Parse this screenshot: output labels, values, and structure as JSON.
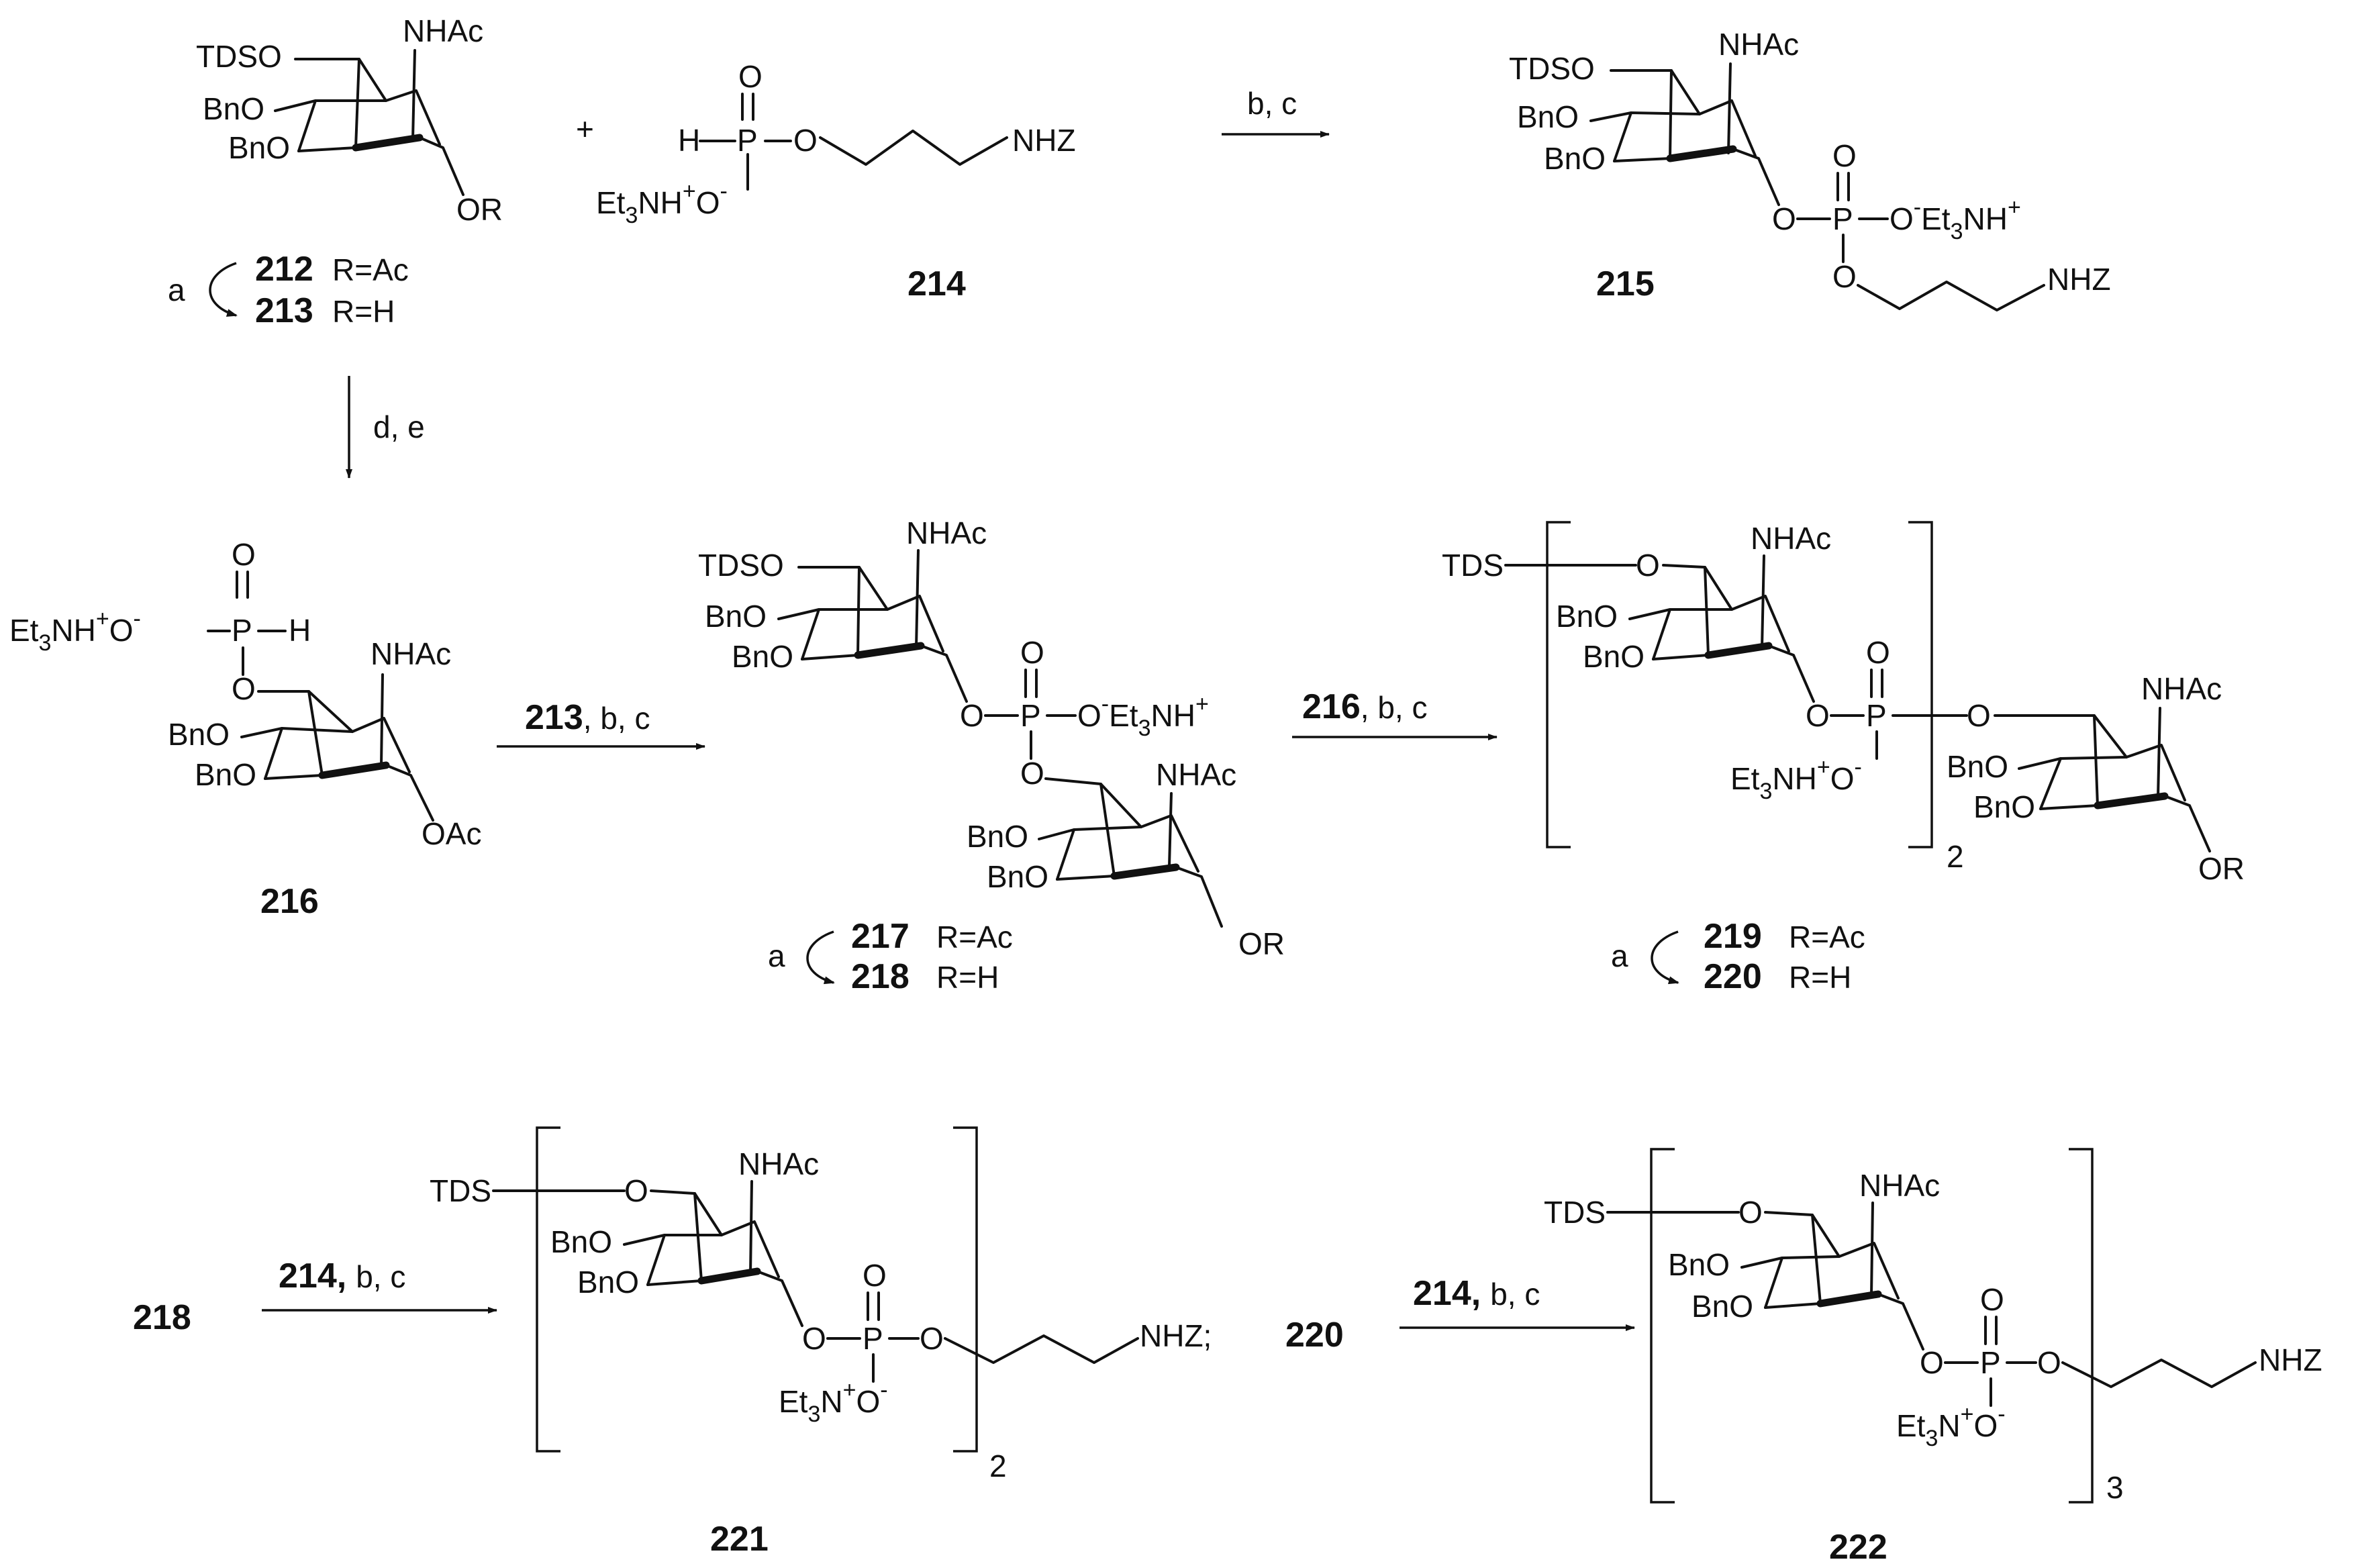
{
  "compounds": {
    "c212": "212",
    "c213": "213",
    "c214": "214",
    "c215": "215",
    "c216": "216",
    "c217": "217",
    "c218": "218",
    "c219": "219",
    "c220": "220",
    "c221": "221",
    "c222": "222"
  },
  "labels": {
    "tds_o": "TDSO",
    "tds": "TDS",
    "nhac": "NHAc",
    "bno": "BnO",
    "o": "O",
    "p": "P",
    "h": "H",
    "or": "OR",
    "oac": "OAc",
    "nhz": "NHZ",
    "nhz_semi": "NHZ;",
    "et3nh": "Et",
    "three": "3",
    "nh_frag": "NH",
    "n_frag": "N",
    "plus": "+",
    "minus": "-",
    "plus_sign": "+",
    "r_ac": "R=Ac",
    "r_h": "R=H"
  },
  "conditions": {
    "a": "a",
    "bc": "b, c",
    "de": "d, e",
    "comma_bc": ", b, c"
  },
  "subscripts": {
    "n2": "2",
    "n3": "3"
  }
}
